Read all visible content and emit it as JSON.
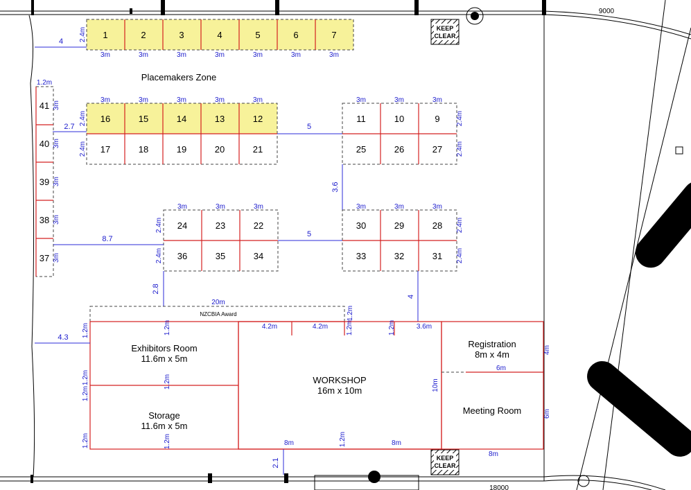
{
  "zone_title": "Placemakers Zone",
  "keep_clear": {
    "line1": "KEEP",
    "line2": "CLEAR"
  },
  "top_dimension": "9000",
  "bottom_dimension": "18000",
  "colors": {
    "highlight": "#f7f29a",
    "stall_border": "#d42020",
    "dimension": "#1a1acc"
  },
  "stalls": {
    "top_row": [
      "1",
      "2",
      "3",
      "4",
      "5",
      "6",
      "7"
    ],
    "row2_upper": [
      "16",
      "15",
      "14",
      "13",
      "12"
    ],
    "row2_lower": [
      "17",
      "18",
      "19",
      "20",
      "21"
    ],
    "right_upper": [
      "11",
      "10",
      "9"
    ],
    "right_lower": [
      "25",
      "26",
      "27"
    ],
    "mid_upper": [
      "24",
      "23",
      "22"
    ],
    "mid_lower": [
      "36",
      "35",
      "34"
    ],
    "rmid_upper": [
      "30",
      "29",
      "28"
    ],
    "rmid_lower": [
      "33",
      "32",
      "31"
    ],
    "left_column": [
      "41",
      "40",
      "39",
      "38",
      "37"
    ]
  },
  "rooms": {
    "award": "NZCBIA Award",
    "exhibitors": {
      "name": "Exhibitors Room",
      "size": "11.6m x 5m"
    },
    "storage": {
      "name": "Storage",
      "size": "11.6m x 5m"
    },
    "workshop": {
      "name": "WORKSHOP",
      "size": "16m x 10m"
    },
    "registration": {
      "name": "Registration",
      "size": "8m x 4m"
    },
    "meeting": {
      "name": "Meeting Room"
    }
  },
  "dims": {
    "w3": "3m",
    "d24": "2.4m",
    "w12": "1.2m",
    "d5": "5m",
    "d4m": "4m",
    "d6m": "6m",
    "d10m": "10m",
    "d20m": "20m",
    "d42": "4.2m",
    "d36m": "3.6m",
    "d8m": "8m",
    "d4": "4",
    "d27": "2.7",
    "d5n": "5",
    "d36": "3.6",
    "d87": "8.7",
    "d28": "2.8",
    "d43": "4.3",
    "d21": "2.1"
  }
}
